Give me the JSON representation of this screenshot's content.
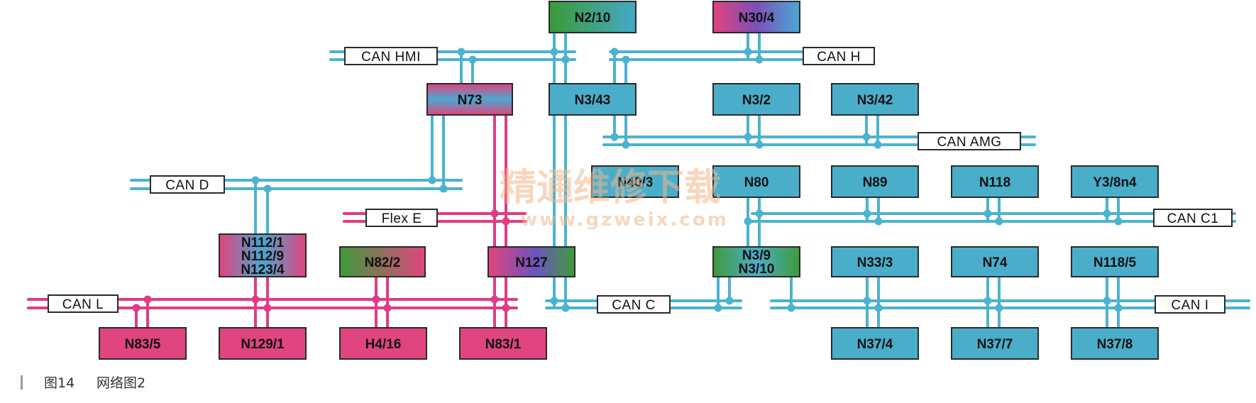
{
  "colors": {
    "can_wire": "#4ab3cf",
    "flex_wire": "#df3c85",
    "node_can": "#4aaecb",
    "node_flex": "#e0457f",
    "node_green": "#3f9a3a",
    "node_purple": "#5b4fb0",
    "border": "#2a2a2a"
  },
  "buses": {
    "can_hmi": "CAN HMI",
    "can_h": "CAN H",
    "can_amg": "CAN AMG",
    "can_d": "CAN D",
    "flex_e": "Flex E",
    "can_c1": "CAN C1",
    "can_l": "CAN L",
    "can_c": "CAN C",
    "can_i": "CAN I"
  },
  "nodes": {
    "n2_10": "N2/10",
    "n30_4": "N30/4",
    "n73": "N73",
    "n3_43": "N3/43",
    "n3_2": "N3/2",
    "n3_42": "N3/42",
    "n40_3": "N40/3",
    "n80": "N80",
    "n89": "N89",
    "n118": "N118",
    "y3_8n4": "Y3/8n4",
    "n112_1": "N112/1",
    "n112_9": "N112/9",
    "n123_4": "N123/4",
    "n82_2": "N82/2",
    "n127": "N127",
    "n3_9": "N3/9",
    "n3_10": "N3/10",
    "n33_3": "N33/3",
    "n74": "N74",
    "n118_5": "N118/5",
    "n83_5": "N83/5",
    "n129_1": "N129/1",
    "h4_16": "H4/16",
    "n83_1": "N83/1",
    "n37_4": "N37/4",
    "n37_7": "N37/7",
    "n37_8": "N37/8"
  },
  "watermark": {
    "cn": "精通维修下载",
    "url": "www.gzweix.com"
  },
  "caption": {
    "figure": "图14",
    "title": "网络图2"
  }
}
